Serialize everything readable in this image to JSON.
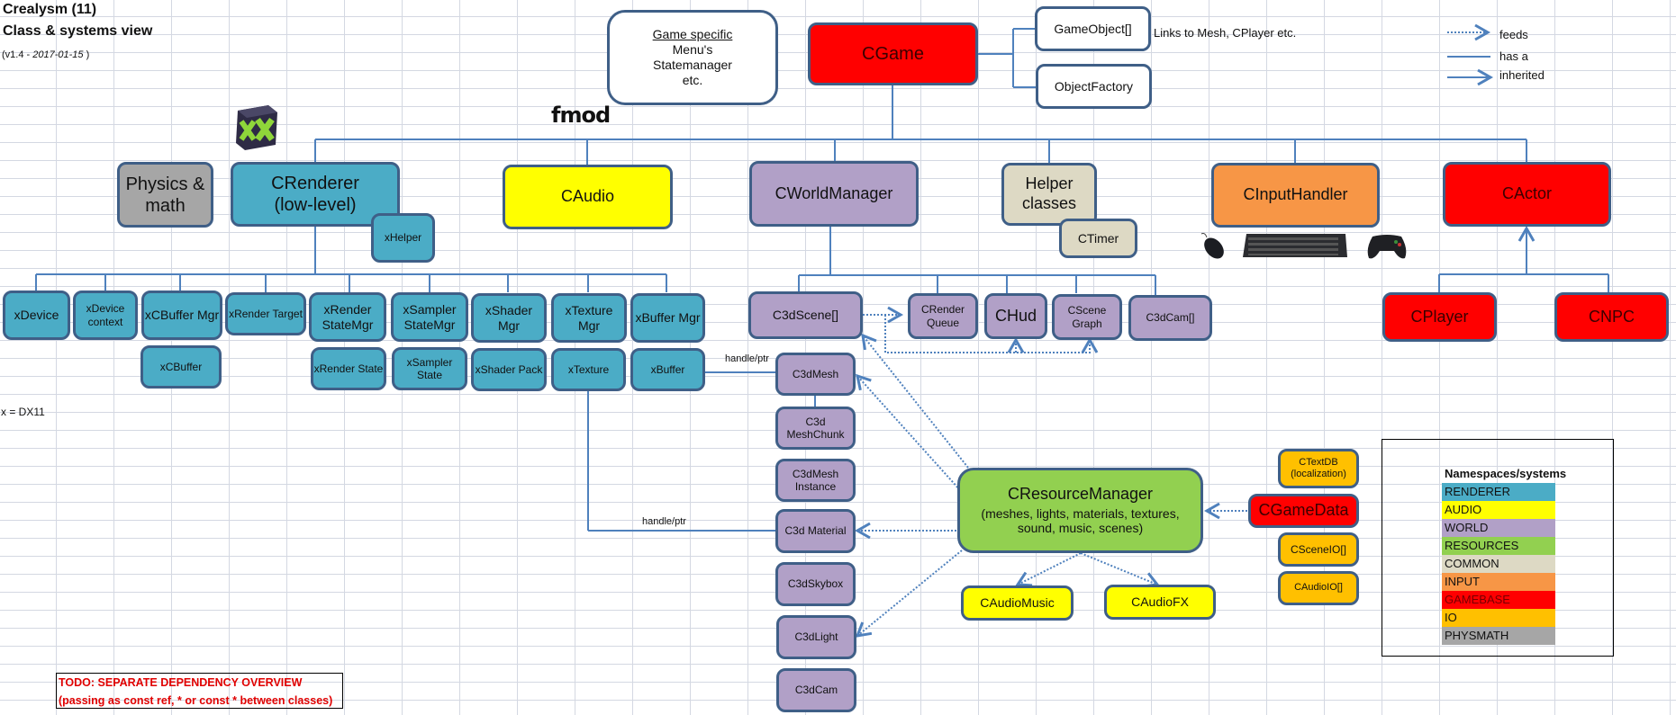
{
  "header": {
    "title": "Crealysm (11)",
    "subtitle": "Class & systems view",
    "version_prefix": "(v1.4 - ",
    "version_date": "2017-01-15",
    "version_suffix": " )"
  },
  "notes": {
    "dx_note": "x = DX11",
    "links_note": "Links to Mesh, CPlayer etc.",
    "handle_ptr_1": "handle/ptr",
    "handle_ptr_2": "handle/ptr",
    "todo_line1": "TODO: SEPARATE DEPENDENCY OVERVIEW",
    "todo_line2": "(passing as const ref, * or const * between classes)"
  },
  "logos": {
    "directx": "directx-logo",
    "fmod": "fmod"
  },
  "game_specific": {
    "heading": "Game specific",
    "line1": "Menu's",
    "line2": "Statemanager",
    "line3": "etc."
  },
  "nodes": {
    "cgame": "CGame",
    "gameobject": "GameObject[]",
    "objectfactory": "ObjectFactory",
    "physics": "Physics & math",
    "crenderer_1": "CRenderer",
    "crenderer_2": "(low-level)",
    "xhelper": "xHelper",
    "caudio": "CAudio",
    "cworldmanager": "CWorldManager",
    "helper_1": "Helper",
    "helper_2": "classes",
    "ctimer": "CTimer",
    "cinputhandler": "CInputHandler",
    "cactor": "CActor",
    "cplayer": "CPlayer",
    "cnpc": "CNPC",
    "xdevice": "xDevice",
    "xdevicecontext": "xDevice context",
    "xcbuffermgr": "xCBuffer Mgr",
    "xcbuffer": "xCBuffer",
    "xrendertarget": "xRender Target",
    "xrenderstatemgr": "xRender StateMgr",
    "xrenderstate": "xRender State",
    "xsamplerstatemgr": "xSampler StateMgr",
    "xsamplerstate": "xSampler State",
    "xshadermgr": "xShader Mgr",
    "xshaderpack": "xShader Pack",
    "xtexturemgr": "xTexture Mgr",
    "xtexture": "xTexture",
    "xbuffermgr": "xBuffer Mgr",
    "xbuffer": "xBuffer",
    "c3dscene": "C3dScene[]",
    "crenderqueue": "CRender Queue",
    "chud": "CHud",
    "cscenegraph": "CScene Graph",
    "c3dcamarr": "C3dCam[]",
    "c3dmesh": "C3dMesh",
    "c3dmeshchunk": "C3d MeshChunk",
    "c3dmeshinstance": "C3dMesh Instance",
    "c3dmaterial": "C3d Material",
    "c3dskybox": "C3dSkybox",
    "c3dlight": "C3dLight",
    "c3dcam": "C3dCam",
    "cresourcemanager": "CResourceManager",
    "cresourcemanager_desc": "(meshes, lights, materials, textures, sound,  music, scenes)",
    "caudiomusic": "CAudioMusic",
    "caudiofx": "CAudioFX",
    "ctextdb": "CTextDB (localization)",
    "cgamedata": "CGameData",
    "csceneio": "CSceneIO[]",
    "caudioio": "CAudioIO[]"
  },
  "legend": {
    "feeds": "feeds",
    "has_a": "has a",
    "inherited": "inherited"
  },
  "namespaces": {
    "title": "Namespaces/systems",
    "items": [
      {
        "label": "RENDERER",
        "color": "#4bacc6"
      },
      {
        "label": "AUDIO",
        "color": "#ffff00"
      },
      {
        "label": "WORLD",
        "color": "#b1a0c7"
      },
      {
        "label": "RESOURCES",
        "color": "#92d050"
      },
      {
        "label": "COMMON",
        "color": "#ddd9c4"
      },
      {
        "label": "INPUT",
        "color": "#f79646"
      },
      {
        "label": "GAMEBASE",
        "color": "#ff0000"
      },
      {
        "label": "IO",
        "color": "#ffc000"
      },
      {
        "label": "PHYSMATH",
        "color": "#a6a6a6"
      }
    ]
  },
  "colors": {
    "line": "#4f81bd",
    "border": "#3f5f87",
    "todo_text": "#e00000"
  }
}
